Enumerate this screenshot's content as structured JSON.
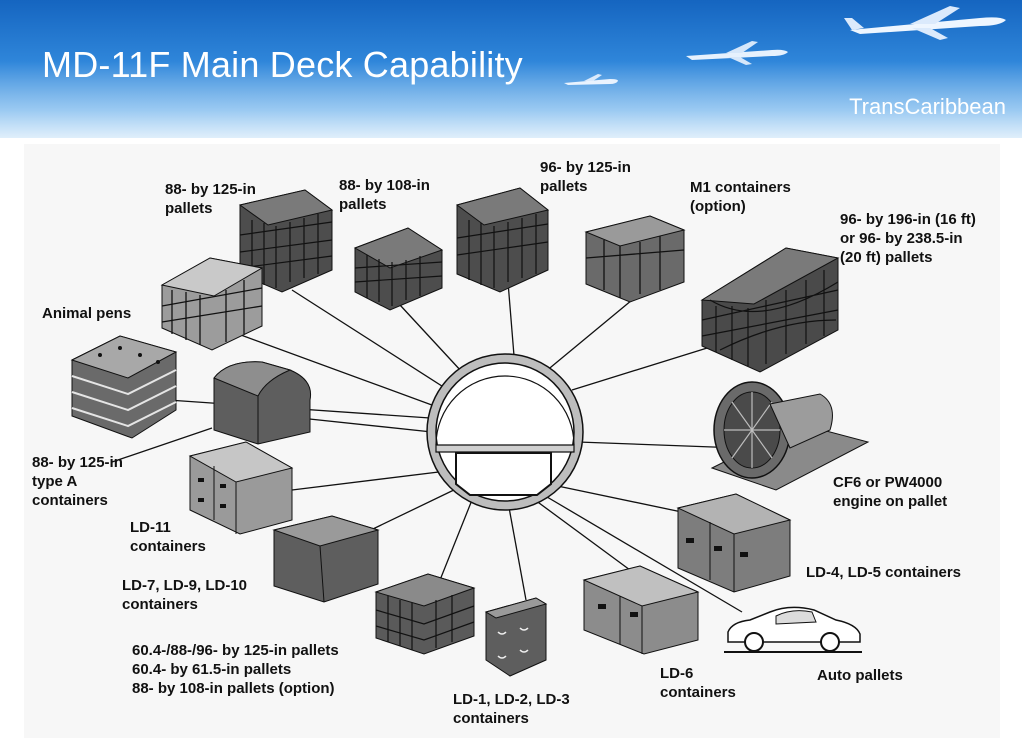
{
  "header": {
    "title": "MD-11F Main Deck Capability",
    "brand": "TransCaribbean"
  },
  "labels": {
    "p88x125": [
      "88- by 125-in",
      "pallets"
    ],
    "p88x108": [
      "88- by 108-in",
      "pallets"
    ],
    "p96x125": [
      "96- by 125-in",
      "pallets"
    ],
    "m1": [
      "M1 containers",
      "(option)"
    ],
    "p96x196": [
      "96- by 196-in (16 ft)",
      "or 96- by 238.5-in",
      "(20 ft) pallets"
    ],
    "animal": [
      "Animal pens"
    ],
    "typeA": [
      "88- by 125-in",
      "type A",
      "containers"
    ],
    "ld11": [
      "LD-11",
      "containers"
    ],
    "ld7": [
      "LD-7, LD-9, LD-10",
      "containers"
    ],
    "small": [
      "60.4-/88-/96- by 125-in pallets",
      "60.4- by 61.5-in pallets",
      "88- by 108-in pallets (option)"
    ],
    "ld1": [
      "LD-1, LD-2, LD-3",
      "containers"
    ],
    "ld6": [
      "LD-6",
      "containers"
    ],
    "auto": [
      "Auto pallets"
    ],
    "ld4": [
      "LD-4, LD-5 containers"
    ],
    "engine": [
      "CF6 or PW4000",
      "engine on pallet"
    ]
  }
}
